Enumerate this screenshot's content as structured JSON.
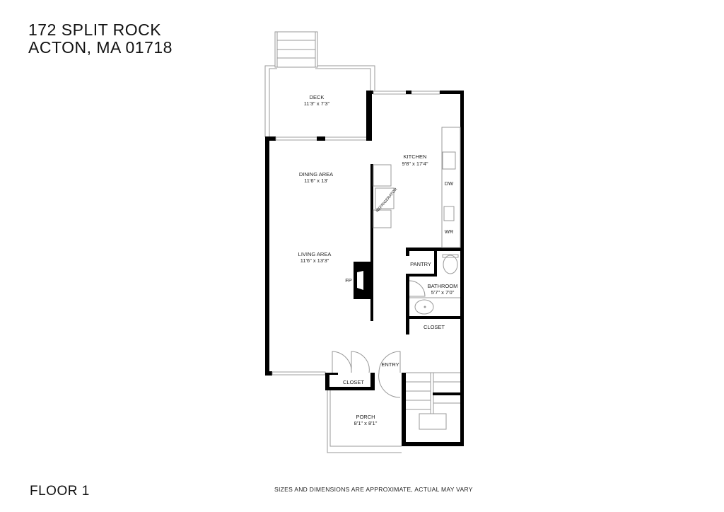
{
  "address": {
    "line1": "172 SPLIT ROCK",
    "line2": "ACTON, MA 01718"
  },
  "floor_label": "FLOOR 1",
  "disclaimer": "SIZES AND DIMENSIONS ARE APPROXIMATE, ACTUAL MAY VARY",
  "rooms": {
    "deck": {
      "name": "DECK",
      "dims": "11'3\" x 7'3\""
    },
    "kitchen": {
      "name": "KITCHEN",
      "dims": "9'8\" x 17'4\""
    },
    "dining": {
      "name": "DINING AREA",
      "dims": "11'6\" x 13'"
    },
    "living": {
      "name": "LIVING AREA",
      "dims": "11'6\" x 13'3\""
    },
    "bathroom": {
      "name": "BATHROOM",
      "dims": "5'7\" x 7'0\""
    },
    "porch": {
      "name": "PORCH",
      "dims": "8'1\" x 8'1\""
    },
    "pantry": {
      "name": "PANTRY"
    },
    "closet_hall": {
      "name": "CLOSET"
    },
    "closet_entry": {
      "name": "CLOSET"
    },
    "entry": {
      "name": "ENTRY"
    }
  },
  "fixtures": {
    "fireplace": "FP",
    "dishwasher": "DW",
    "washer": "WR",
    "refrigerator": "REFRIGERATOR"
  }
}
